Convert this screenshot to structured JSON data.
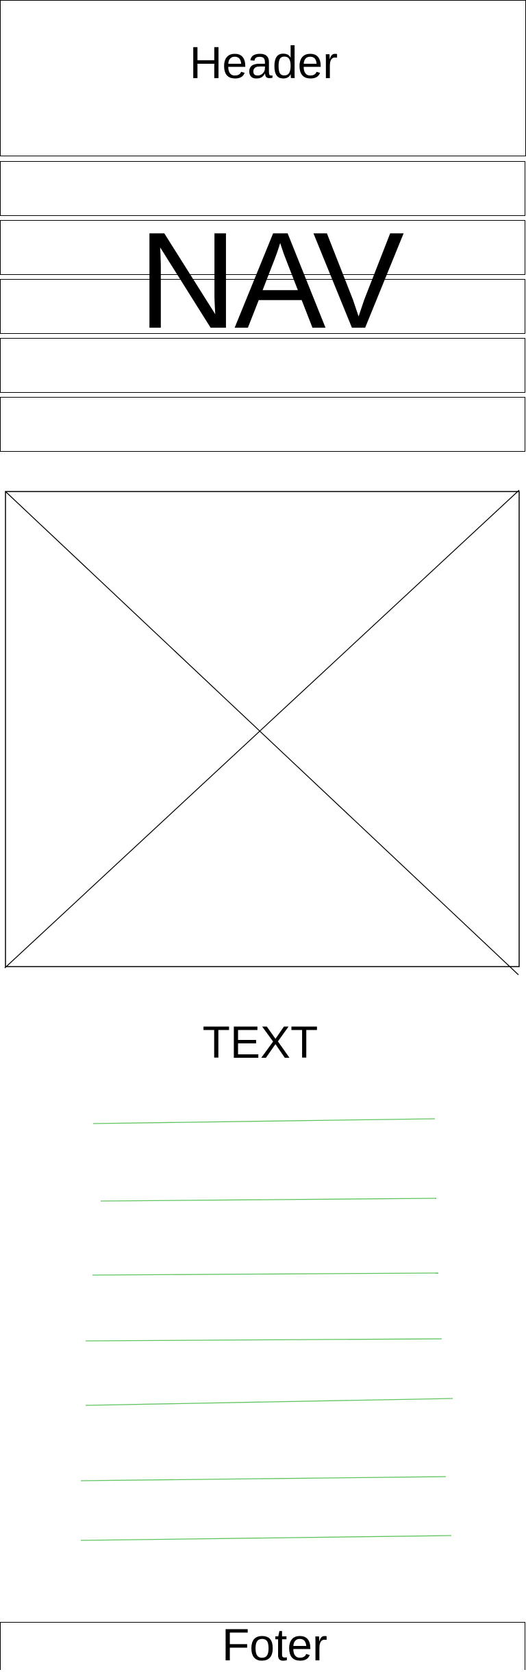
{
  "header": {
    "label": "Header"
  },
  "nav": {
    "label": "NAV",
    "item_count": 5
  },
  "image": {
    "icon": "image-placeholder-icon"
  },
  "text_section": {
    "heading": "TEXT",
    "line_count": 7
  },
  "footer": {
    "label": "Foter"
  },
  "colors": {
    "stroke": "#000000",
    "text_line": "#5fc45f",
    "background": "#ffffff"
  }
}
